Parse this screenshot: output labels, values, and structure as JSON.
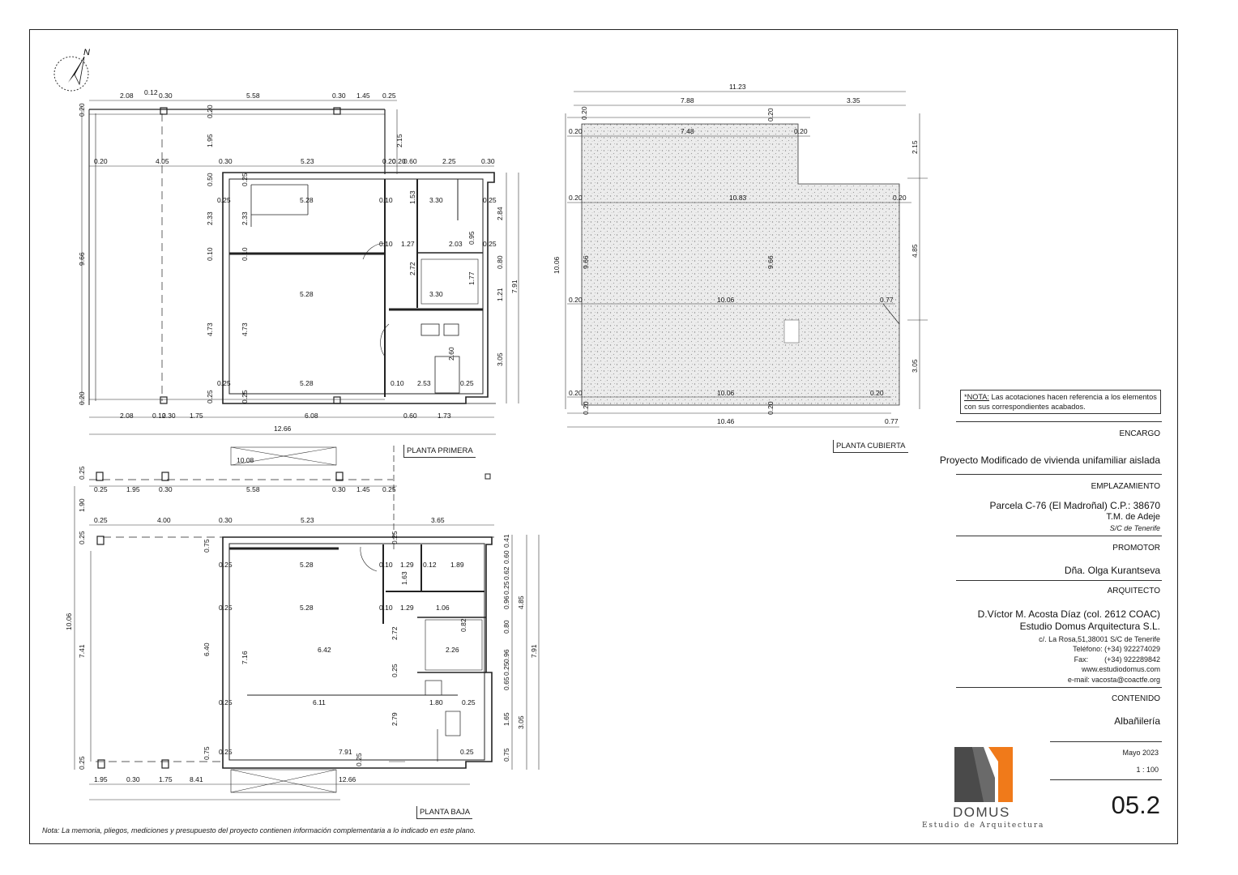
{
  "note": {
    "prefix": "*NOTA:",
    "text": " Las acotaciones hacen referencia a los elementos con sus correspondientes acabados."
  },
  "title_block": {
    "encargo_label": "ENCARGO",
    "encargo_value": "Proyecto Modificado de vivienda unifamiliar aislada",
    "emplazamiento_label": "EMPLAZAMIENTO",
    "emplazamiento_line1": "Parcela C-76 (El Madroñal) C.P.: 38670",
    "emplazamiento_line2": "T.M. de Adeje",
    "emplazamiento_line3": "S/C de Tenerife",
    "promotor_label": "PROMOTOR",
    "promotor_value": "Dña. Olga Kurantseva",
    "arquitecto_label": "ARQUITECTO",
    "arquitecto_line1": "D.Víctor M. Acosta Díaz (col. 2612 COAC)",
    "arquitecto_line2": "Estudio Domus Arquitectura S.L.",
    "contact": [
      "c/. La Rosa,51,38001 S/C de Tenerife",
      "Teléfono: (+34) 922274029",
      "Fax:        (+34) 922289842",
      "www.estudiodomus.com",
      "e-mail: vacosta@coactfe.org"
    ],
    "contenido_label": "CONTENIDO",
    "contenido_value": "Albañilería",
    "date": "Mayo 2023",
    "scale": "1 : 100",
    "sheet_number": "05.2",
    "logo_name": "DOMUS",
    "logo_subtitle": "Estudio de Arquitectura"
  },
  "plan_labels": {
    "primera": "PLANTA PRIMERA",
    "cubierta": "PLANTA CUBIERTA",
    "baja": "PLANTA BAJA"
  },
  "footer_note": "Nota: La memoria, pliegos, mediciones y presupuesto del proyecto contienen información complementaria a lo indicado en este plano.",
  "north_label": "N",
  "colors": {
    "logo_grey": "#4a4a4a",
    "logo_orange": "#f07a1a",
    "wall": "#222222"
  },
  "dimensions": {
    "primera": [
      {
        "id": "p1",
        "text": "2.08"
      },
      {
        "id": "p2",
        "text": "0.12"
      },
      {
        "id": "p3",
        "text": "0.30"
      },
      {
        "id": "p4",
        "text": "5.58"
      },
      {
        "id": "p5",
        "text": "0.30"
      },
      {
        "id": "p6",
        "text": "1.45"
      },
      {
        "id": "p7",
        "text": "0.25"
      },
      {
        "id": "p8",
        "text": "0.20"
      },
      {
        "id": "p9",
        "text": "0.20"
      },
      {
        "id": "p10",
        "text": "1.95"
      },
      {
        "id": "p11",
        "text": "2.15"
      },
      {
        "id": "p12",
        "text": "0.20"
      },
      {
        "id": "p13",
        "text": "4.05"
      },
      {
        "id": "p14",
        "text": "0.30"
      },
      {
        "id": "p15",
        "text": "5.23"
      },
      {
        "id": "p16",
        "text": "0.20"
      },
      {
        "id": "p17",
        "text": "0.20"
      },
      {
        "id": "p18",
        "text": "0.60"
      },
      {
        "id": "p19",
        "text": "2.25"
      },
      {
        "id": "p20",
        "text": "0.30"
      },
      {
        "id": "p21",
        "text": "0.50"
      },
      {
        "id": "p22",
        "text": "0.25"
      },
      {
        "id": "p23",
        "text": "0.25"
      },
      {
        "id": "p24",
        "text": "5.28"
      },
      {
        "id": "p25",
        "text": "0.10"
      },
      {
        "id": "p26",
        "text": "1.53"
      },
      {
        "id": "p27",
        "text": "3.30"
      },
      {
        "id": "p28",
        "text": "0.25"
      },
      {
        "id": "p29",
        "text": "2.84"
      },
      {
        "id": "p30",
        "text": "2.33"
      },
      {
        "id": "p31",
        "text": "2.33"
      },
      {
        "id": "p32",
        "text": "9.66"
      },
      {
        "id": "p33",
        "text": "0.10"
      },
      {
        "id": "p34",
        "text": "1.27"
      },
      {
        "id": "p35",
        "text": "2.03"
      },
      {
        "id": "p36",
        "text": "0.25"
      },
      {
        "id": "p37",
        "text": "0.95"
      },
      {
        "id": "p38",
        "text": "0.10"
      },
      {
        "id": "p39",
        "text": "0.10"
      },
      {
        "id": "p40",
        "text": "2.72"
      },
      {
        "id": "p41",
        "text": "1.77"
      },
      {
        "id": "p42",
        "text": "0.80"
      },
      {
        "id": "p43",
        "text": "7.91"
      },
      {
        "id": "p44",
        "text": "5.28"
      },
      {
        "id": "p45",
        "text": "3.30"
      },
      {
        "id": "p46",
        "text": "1.21"
      },
      {
        "id": "p47",
        "text": "4.73"
      },
      {
        "id": "p48",
        "text": "4.73"
      },
      {
        "id": "p49",
        "text": "2.60"
      },
      {
        "id": "p50",
        "text": "3.05"
      },
      {
        "id": "p51",
        "text": "0.25"
      },
      {
        "id": "p52",
        "text": "5.28"
      },
      {
        "id": "p53",
        "text": "0.10"
      },
      {
        "id": "p54",
        "text": "2.53"
      },
      {
        "id": "p55",
        "text": "0.25"
      },
      {
        "id": "p56",
        "text": "0.20"
      },
      {
        "id": "p57",
        "text": "0.25"
      },
      {
        "id": "p58",
        "text": "0.25"
      },
      {
        "id": "p59",
        "text": "2.08"
      },
      {
        "id": "p60",
        "text": "0.12"
      },
      {
        "id": "p61",
        "text": "0.30"
      },
      {
        "id": "p62",
        "text": "1.75"
      },
      {
        "id": "p63",
        "text": "6.08"
      },
      {
        "id": "p64",
        "text": "0.60"
      },
      {
        "id": "p65",
        "text": "1.73"
      },
      {
        "id": "p66",
        "text": "12.66"
      },
      {
        "id": "p67",
        "text": "10.08"
      }
    ],
    "cubierta": [
      {
        "id": "c1",
        "text": "11.23"
      },
      {
        "id": "c2",
        "text": "7.88"
      },
      {
        "id": "c3",
        "text": "3.35"
      },
      {
        "id": "c4",
        "text": "0.20"
      },
      {
        "id": "c5",
        "text": "0.20"
      },
      {
        "id": "c6",
        "text": "0.20"
      },
      {
        "id": "c7",
        "text": "7.48"
      },
      {
        "id": "c8",
        "text": "0.20"
      },
      {
        "id": "c9",
        "text": "2.15"
      },
      {
        "id": "c10",
        "text": "0.20"
      },
      {
        "id": "c11",
        "text": "10.83"
      },
      {
        "id": "c12",
        "text": "0.20"
      },
      {
        "id": "c13",
        "text": "10.06"
      },
      {
        "id": "c14",
        "text": "9.66"
      },
      {
        "id": "c15",
        "text": "9.66"
      },
      {
        "id": "c16",
        "text": "4.85"
      },
      {
        "id": "c17",
        "text": "0.20"
      },
      {
        "id": "c18",
        "text": "10.06"
      },
      {
        "id": "c19",
        "text": "0.77"
      },
      {
        "id": "c20",
        "text": "3.05"
      },
      {
        "id": "c21",
        "text": "0.20"
      },
      {
        "id": "c22",
        "text": "10.06"
      },
      {
        "id": "c23",
        "text": "0.20"
      },
      {
        "id": "c24",
        "text": "0.20"
      },
      {
        "id": "c25",
        "text": "0.20"
      },
      {
        "id": "c26",
        "text": "10.46"
      },
      {
        "id": "c27",
        "text": "0.77"
      }
    ],
    "baja": [
      {
        "id": "b1",
        "text": "0.25"
      },
      {
        "id": "b2",
        "text": "0.25"
      },
      {
        "id": "b3",
        "text": "1.95"
      },
      {
        "id": "b4",
        "text": "0.30"
      },
      {
        "id": "b5",
        "text": "5.58"
      },
      {
        "id": "b6",
        "text": "0.30"
      },
      {
        "id": "b7",
        "text": "1.45"
      },
      {
        "id": "b8",
        "text": "0.25"
      },
      {
        "id": "b9",
        "text": "1.90"
      },
      {
        "id": "b10",
        "text": "0.25"
      },
      {
        "id": "b11",
        "text": "4.00"
      },
      {
        "id": "b12",
        "text": "0.30"
      },
      {
        "id": "b13",
        "text": "5.23"
      },
      {
        "id": "b14",
        "text": "3.65"
      },
      {
        "id": "b15",
        "text": "0.25"
      },
      {
        "id": "b16",
        "text": "0.25"
      },
      {
        "id": "b17",
        "text": "0.41"
      },
      {
        "id": "b18",
        "text": "0.75"
      },
      {
        "id": "b19",
        "text": "0.25"
      },
      {
        "id": "b20",
        "text": "5.28"
      },
      {
        "id": "b21",
        "text": "0.10"
      },
      {
        "id": "b22",
        "text": "1.29"
      },
      {
        "id": "b23",
        "text": "0.12"
      },
      {
        "id": "b24",
        "text": "1.89"
      },
      {
        "id": "b25",
        "text": "0.60"
      },
      {
        "id": "b26",
        "text": "1.63"
      },
      {
        "id": "b27",
        "text": "0.62"
      },
      {
        "id": "b28",
        "text": "0.25"
      },
      {
        "id": "b29",
        "text": "0.25"
      },
      {
        "id": "b30",
        "text": "5.28"
      },
      {
        "id": "b31",
        "text": "0.10"
      },
      {
        "id": "b32",
        "text": "1.29"
      },
      {
        "id": "b33",
        "text": "1.06"
      },
      {
        "id": "b34",
        "text": "0.96"
      },
      {
        "id": "b35",
        "text": "4.85"
      },
      {
        "id": "b36",
        "text": "10.06"
      },
      {
        "id": "b37",
        "text": "2.72"
      },
      {
        "id": "b38",
        "text": "0.82"
      },
      {
        "id": "b39",
        "text": "0.80"
      },
      {
        "id": "b40",
        "text": "7.41"
      },
      {
        "id": "b41",
        "text": "6.40"
      },
      {
        "id": "b42",
        "text": "7.16"
      },
      {
        "id": "b43",
        "text": "6.42"
      },
      {
        "id": "b44",
        "text": "2.26"
      },
      {
        "id": "b45",
        "text": "0.96"
      },
      {
        "id": "b46",
        "text": "7.91"
      },
      {
        "id": "b47",
        "text": "0.25"
      },
      {
        "id": "b48",
        "text": "0.25"
      },
      {
        "id": "b49",
        "text": "0.65"
      },
      {
        "id": "b50",
        "text": "0.25"
      },
      {
        "id": "b51",
        "text": "6.11"
      },
      {
        "id": "b52",
        "text": "1.80"
      },
      {
        "id": "b53",
        "text": "0.25"
      },
      {
        "id": "b54",
        "text": "2.79"
      },
      {
        "id": "b55",
        "text": "1.65"
      },
      {
        "id": "b56",
        "text": "3.05"
      },
      {
        "id": "b57",
        "text": "0.75"
      },
      {
        "id": "b58",
        "text": "0.25"
      },
      {
        "id": "b59",
        "text": "7.91"
      },
      {
        "id": "b60",
        "text": "0.25"
      },
      {
        "id": "b61",
        "text": "0.75"
      },
      {
        "id": "b62",
        "text": "0.25"
      },
      {
        "id": "b63",
        "text": "0.25"
      },
      {
        "id": "b64",
        "text": "1.95"
      },
      {
        "id": "b65",
        "text": "0.30"
      },
      {
        "id": "b66",
        "text": "1.75"
      },
      {
        "id": "b67",
        "text": "8.41"
      },
      {
        "id": "b68",
        "text": "12.66"
      }
    ]
  }
}
